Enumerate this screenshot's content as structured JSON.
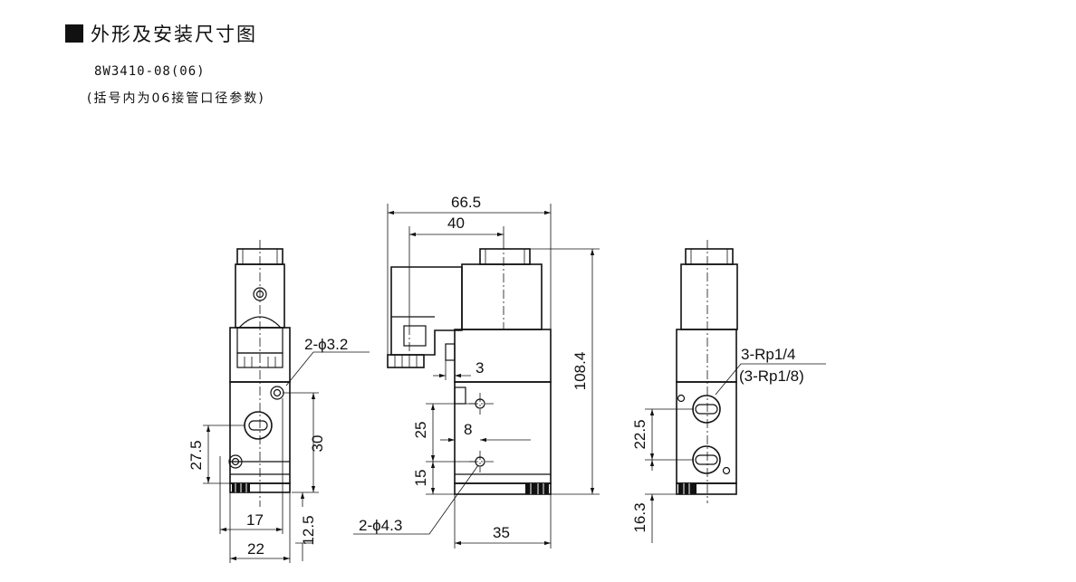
{
  "header": {
    "title": "外形及安装尺寸图",
    "model": "8W3410-08(06)",
    "note": "(括号内为06接管口径参数)"
  },
  "dimensions": {
    "front": {
      "hole_label": "2-ϕ3.2",
      "d_30": "30",
      "d_27_5": "27.5",
      "d_17": "17",
      "d_12_5": "12.5",
      "d_22": "22"
    },
    "side": {
      "d_66_5": "66.5",
      "d_40": "40",
      "d_108_4": "108.4",
      "d_3": "3",
      "d_25": "25",
      "d_8": "8",
      "d_15": "15",
      "d_35": "35",
      "hole_label": "2-ϕ4.3"
    },
    "rear": {
      "port_label": "3-Rp1/4",
      "port_label_alt": "(3-Rp1/8)",
      "d_22_5": "22.5",
      "d_16_3": "16.3"
    }
  }
}
